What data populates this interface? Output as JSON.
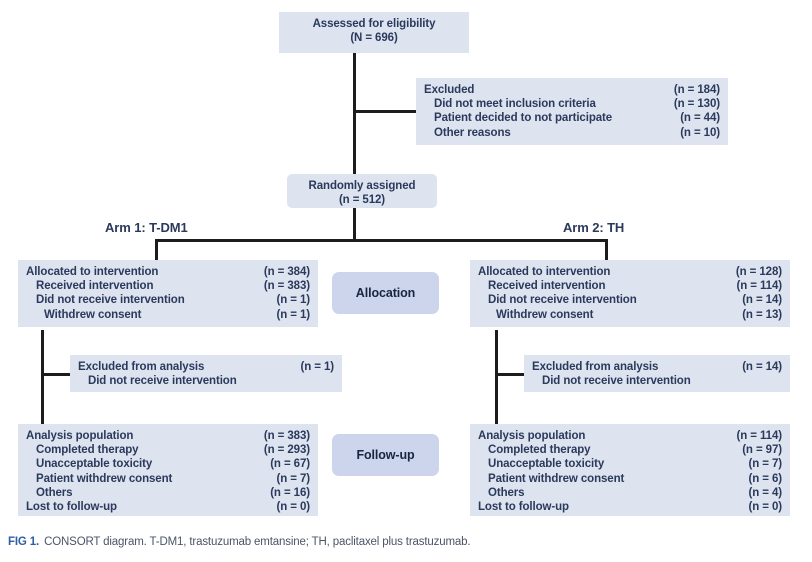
{
  "figure": {
    "label": "FIG 1.",
    "caption": "CONSORT diagram. T-DM1, trastuzumab emtansine; TH, paclitaxel plus trastuzumab."
  },
  "nodes": {
    "assessed": {
      "line1": "Assessed for eligibility",
      "line2": "(N = 696)"
    },
    "excluded": {
      "rows": [
        {
          "text": "Excluded",
          "count": "(n = 184)",
          "indent": 0
        },
        {
          "text": "Did not meet inclusion criteria",
          "count": "(n = 130)",
          "indent": 1
        },
        {
          "text": "Patient decided to not participate",
          "count": "(n = 44)",
          "indent": 1
        },
        {
          "text": "Other reasons",
          "count": "(n = 10)",
          "indent": 1
        }
      ]
    },
    "randomized": {
      "line1": "Randomly assigned",
      "line2": "(n = 512)"
    },
    "arm1_title": "Arm 1: T-DM1",
    "arm2_title": "Arm 2: TH",
    "allocation_label": "Allocation",
    "followup_label": "Follow-up",
    "arm1_allocation": {
      "rows": [
        {
          "text": "Allocated to intervention",
          "count": "(n = 384)",
          "indent": 0
        },
        {
          "text": "Received intervention",
          "count": "(n = 383)",
          "indent": 1
        },
        {
          "text": "Did not receive intervention",
          "count": "(n = 1)",
          "indent": 1
        },
        {
          "text": "Withdrew consent",
          "count": "(n = 1)",
          "indent": 2
        }
      ]
    },
    "arm2_allocation": {
      "rows": [
        {
          "text": "Allocated to intervention",
          "count": "(n = 128)",
          "indent": 0
        },
        {
          "text": "Received intervention",
          "count": "(n = 114)",
          "indent": 1
        },
        {
          "text": "Did not receive intervention",
          "count": "(n = 14)",
          "indent": 1
        },
        {
          "text": "Withdrew consent",
          "count": "(n = 13)",
          "indent": 2
        }
      ]
    },
    "arm1_excluded": {
      "rows": [
        {
          "text": "Excluded from analysis",
          "count": "(n = 1)",
          "indent": 0
        },
        {
          "text": "Did not receive intervention",
          "count": "",
          "indent": 1
        }
      ]
    },
    "arm2_excluded": {
      "rows": [
        {
          "text": "Excluded from analysis",
          "count": "(n = 14)",
          "indent": 0
        },
        {
          "text": "Did not receive intervention",
          "count": "",
          "indent": 1
        }
      ]
    },
    "arm1_analysis": {
      "rows": [
        {
          "text": "Analysis population",
          "count": "(n = 383)",
          "indent": 0
        },
        {
          "text": "Completed therapy",
          "count": "(n = 293)",
          "indent": 1
        },
        {
          "text": "Unacceptable toxicity",
          "count": "(n = 67)",
          "indent": 1
        },
        {
          "text": "Patient withdrew consent",
          "count": "(n = 7)",
          "indent": 1
        },
        {
          "text": "Others",
          "count": "(n = 16)",
          "indent": 1
        },
        {
          "text": "Lost to follow-up",
          "count": "(n = 0)",
          "indent": 0
        }
      ]
    },
    "arm2_analysis": {
      "rows": [
        {
          "text": "Analysis population",
          "count": "(n = 114)",
          "indent": 0
        },
        {
          "text": "Completed therapy",
          "count": "(n = 97)",
          "indent": 1
        },
        {
          "text": "Unacceptable toxicity",
          "count": "(n = 7)",
          "indent": 1
        },
        {
          "text": "Patient withdrew consent",
          "count": "(n = 6)",
          "indent": 1
        },
        {
          "text": "Others",
          "count": "(n = 4)",
          "indent": 1
        },
        {
          "text": "Lost to follow-up",
          "count": "(n = 0)",
          "indent": 0
        }
      ]
    }
  },
  "colors": {
    "box_fill": "#dde4f0",
    "label_fill": "#ccd5ec",
    "text": "#2b3a5c",
    "line": "#1c1c1c",
    "caption_accent": "#2e5fa3"
  }
}
